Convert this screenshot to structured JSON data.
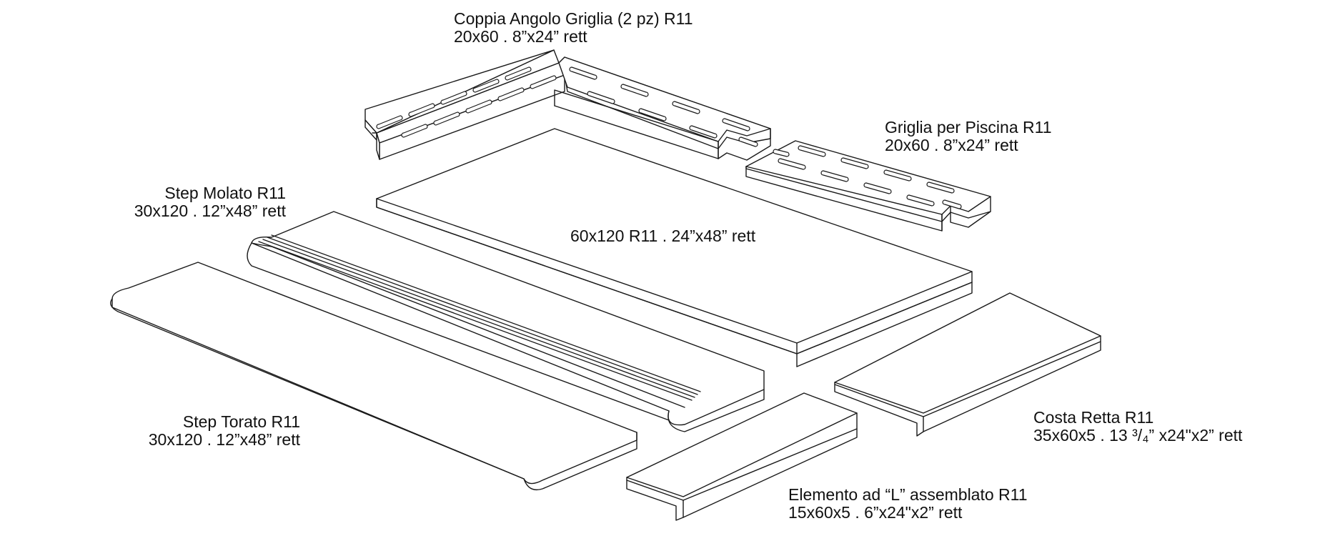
{
  "colors": {
    "stroke": "#1a1a1a",
    "face": "#ffffff",
    "text": "#111111",
    "background": "#ffffff"
  },
  "pieces": {
    "coppia_angolo_griglia": {
      "name": "Coppia Angolo Griglia (2 pz) R11",
      "size": "20x60 . 8”x24” rett"
    },
    "griglia_piscina": {
      "name": "Griglia per Piscina R11",
      "size": "20x60 . 8”x24” rett"
    },
    "step_molato": {
      "name": "Step Molato R11",
      "size": "30x120 . 12”x48” rett"
    },
    "slab_60x120": {
      "name": "60x120 R11 .  24”x48” rett"
    },
    "step_torato": {
      "name": "Step Torato R11",
      "size": "30x120 . 12”x48” rett"
    },
    "costa_retta": {
      "name": "Costa Retta R11",
      "size": "35x60x5 . 13 ³/₄” x24\"x2” rett"
    },
    "elemento_l": {
      "name": "Elemento ad “L” assemblato R11",
      "size": "15x60x5 . 6”x24\"x2” rett"
    }
  }
}
